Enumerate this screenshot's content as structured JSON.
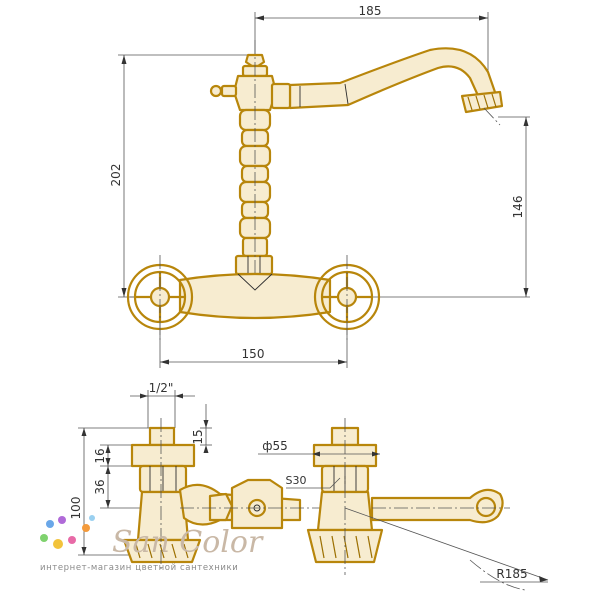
{
  "dimensions": {
    "spout_reach": "185",
    "overall_height": "202",
    "spout_height": "146",
    "inlet_spacing": "150",
    "thread": "1/2\"",
    "nut_height": "15",
    "body_offset_upper": "16",
    "body_offset_lower": "36",
    "body_height": "100",
    "flange_diameter": "ф55",
    "nut_size": "S30",
    "swing_radius": "R185"
  },
  "logo": {
    "brand": "San Color",
    "tagline": "интернет-магазин цветной сантехники",
    "dot_colors": [
      "#6aa7e8",
      "#b06ad8",
      "#f2c33b",
      "#7fd26e",
      "#e86aa7",
      "#f49a3b",
      "#9ad0f0"
    ]
  },
  "colors": {
    "metal": "#b8860b",
    "metal_fill": "#f7ecd0",
    "line": "#333333"
  }
}
